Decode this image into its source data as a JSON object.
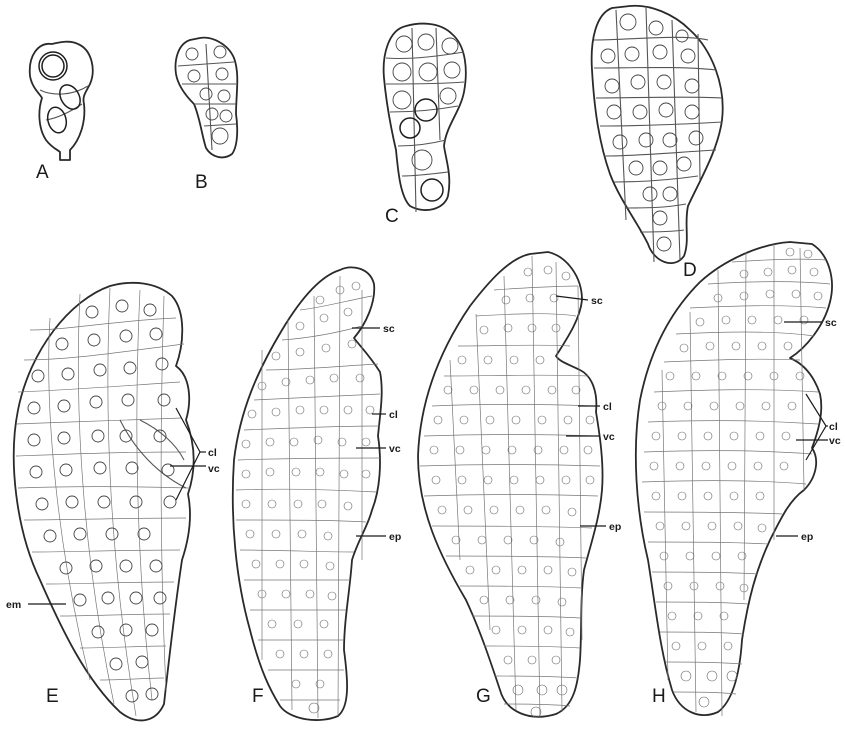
{
  "panels": [
    {
      "id": "A",
      "letter": "A"
    },
    {
      "id": "B",
      "letter": "B"
    },
    {
      "id": "C",
      "letter": "C"
    },
    {
      "id": "D",
      "letter": "D"
    },
    {
      "id": "E",
      "letter": "E",
      "labels": {
        "cl": "cl",
        "vc": "vc",
        "em": "em"
      }
    },
    {
      "id": "F",
      "letter": "F",
      "labels": {
        "sc": "sc",
        "cl": "cl",
        "vc": "vc",
        "ep": "ep"
      }
    },
    {
      "id": "G",
      "letter": "G",
      "labels": {
        "sc": "sc",
        "cl": "cl",
        "vc": "vc",
        "ep": "ep"
      }
    },
    {
      "id": "H",
      "letter": "H",
      "labels": {
        "sc": "sc",
        "cl": "cl",
        "vc": "vc",
        "ep": "ep"
      }
    }
  ]
}
